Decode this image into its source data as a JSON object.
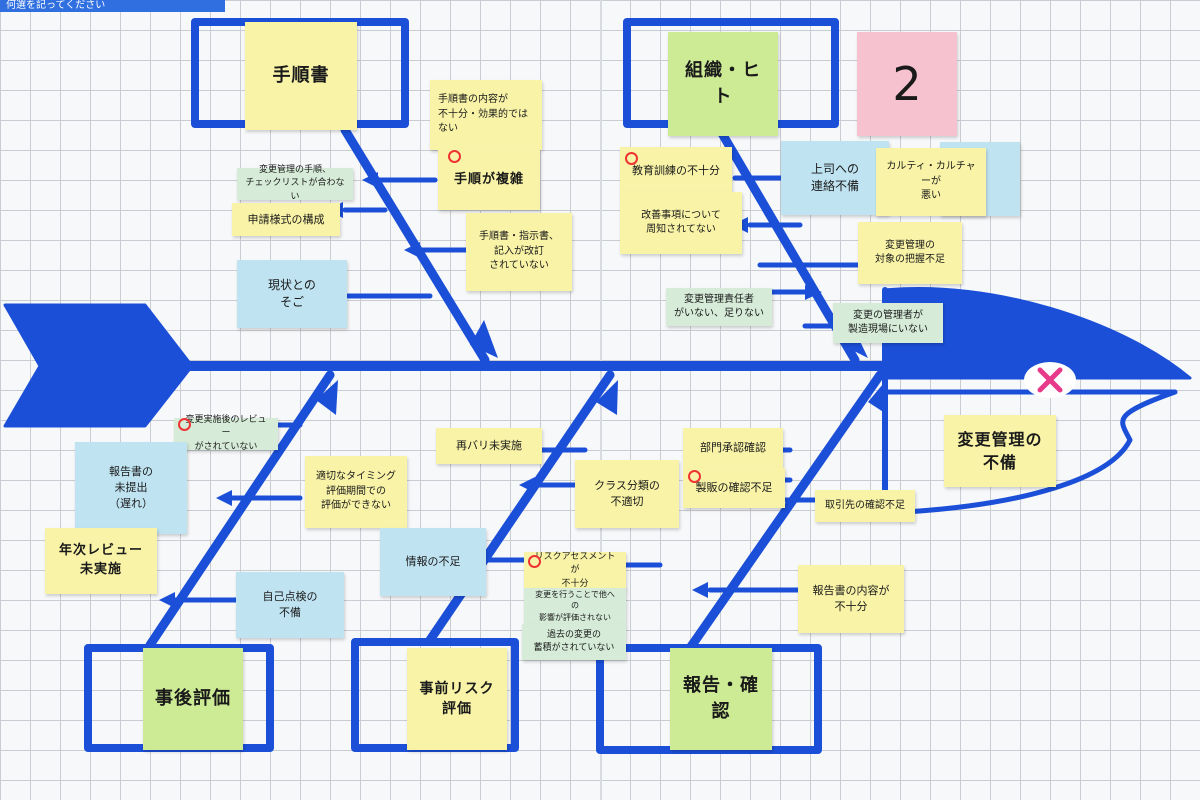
{
  "header_strip": "何選を記ってください",
  "colors": {
    "tape": "#1b4fd8",
    "yellow": "#f8f3a7",
    "blue": "#bfe3f1",
    "green": "#d6ecd8",
    "lime": "#cdeb94",
    "pink": "#f6c2cf",
    "eye_mark": "#e83a8a"
  },
  "group_number": "2",
  "head_label": "変更管理の\n不備",
  "categories": {
    "procedures": "手順書",
    "organization": "組織・ヒト",
    "post_evaluation": "事後評価",
    "pre_risk": "事前リスク評価",
    "report": "報告・確認"
  },
  "notes": {
    "proc_content": "手順書の内容が\n不十分・効果的では\nない",
    "proc_complex": "手順が複雑",
    "proc_checklist": "変更管理の手順、\nチェックリストが合わない",
    "proc_format": "申請様式の構成",
    "proc_not_revised": "手順書・指示書、\n記入が改訂\nされていない",
    "proc_gap": "現状との\nそご",
    "org_training": "教育訓練の不十分",
    "org_boss": "上司への\n連絡不備",
    "org_culture": "カルティ・カルチャーが\n悪い",
    "org_improve": "改善事項について\n周知されてない",
    "org_target": "変更管理の\n対象の把握不足",
    "org_manager": "変更管理責任者\nがいない、足りない",
    "org_field": "変更の管理者が\n製造現場にいない",
    "post_review_impl": "変更実施後のレビュー\nがされていない",
    "post_report_unsub": "報告書の\n未提出\n（遅れ）",
    "post_period": "適切なタイミング\n評価期間での\n評価ができない",
    "post_annual": "年次レビュー\n未実施",
    "post_self_check": "自己点検の\n不備",
    "risk_reval": "再バリ未実施",
    "risk_class": "クラス分類の\n不適切",
    "risk_info": "情報の不足",
    "risk_assessment": "リスクアセスメントが\n不十分",
    "risk_other_impact": "変更を行うことで他への\n影響が評価されない",
    "risk_past": "過去の変更の\n蓄積がされていない",
    "rep_department": "部門承認確認",
    "rep_sales": "製販の確認不足",
    "rep_partner": "取引先の確認不足",
    "rep_content": "報告書の内容が\n不十分"
  }
}
